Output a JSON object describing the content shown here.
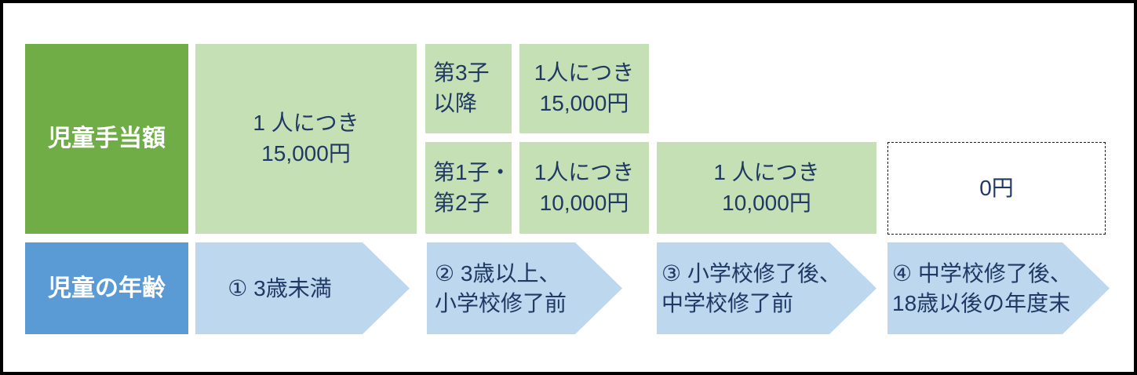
{
  "diagram": {
    "row_labels": {
      "amount": "児童手当額",
      "age": "児童の年齢"
    },
    "amount_row": {
      "under3": {
        "lines": [
          "1 人につき",
          "15,000円"
        ]
      },
      "age3_to_elementary": {
        "third_child_or_later": {
          "category_lines": [
            "第3子",
            "以降"
          ],
          "amount_lines": [
            "1人につき",
            "15,000円"
          ]
        },
        "first_and_second_child": {
          "category_lines": [
            "第1子・",
            "第2子"
          ],
          "amount_lines": [
            "1人につき",
            "10,000円"
          ]
        }
      },
      "elementary_to_junior": {
        "lines": [
          "1 人につき",
          "10,000円"
        ]
      },
      "after_junior_high": {
        "lines": [
          "0円"
        ]
      }
    },
    "age_row": {
      "steps": [
        {
          "lines": [
            "① 3歳未満"
          ]
        },
        {
          "lines": [
            "② 3歳以上、",
            "小学校修了前"
          ]
        },
        {
          "lines": [
            "③ 小学校修了後、",
            "中学校修了前"
          ]
        },
        {
          "lines": [
            "④ 中学校修了後、",
            "18歳以後の年度末"
          ]
        }
      ]
    }
  },
  "colors": {
    "dark_green": "#70AD47",
    "light_green": "#C5E0B4",
    "blue": "#5B9BD5",
    "light_blue": "#BDD7EE",
    "text_navy": "#1F3864",
    "frame_border": "#000000"
  }
}
